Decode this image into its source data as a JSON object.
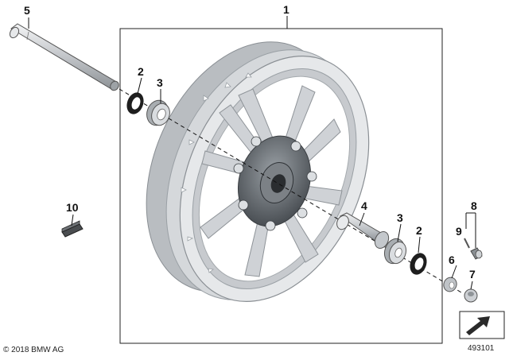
{
  "callouts": {
    "c1": "1",
    "c2a": "2",
    "c3a": "3",
    "c5": "5",
    "c10": "10",
    "c4": "4",
    "c3b": "3",
    "c2b": "2",
    "c8": "8",
    "c9": "9",
    "c6": "6",
    "c7": "7"
  },
  "footer": {
    "copyright": "© 2018 BMW AG",
    "part_id": "493101"
  },
  "colors": {
    "rim": "#c9ccd0",
    "rim_dark": "#9ea3a8",
    "rim_light": "#e9ebed",
    "hub": "#5e6368",
    "frame": "#222222"
  }
}
